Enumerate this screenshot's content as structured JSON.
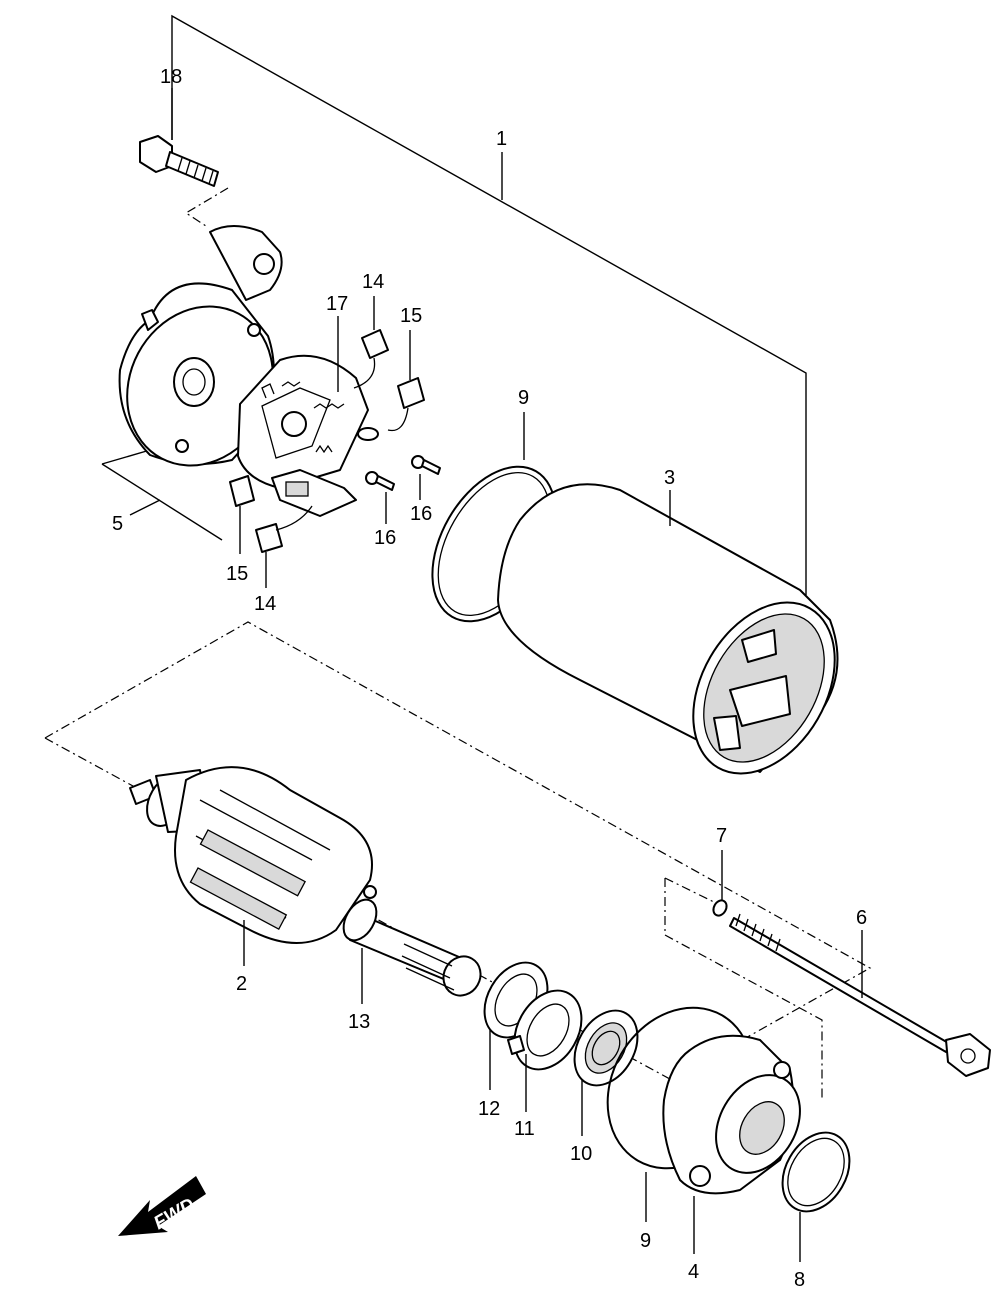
{
  "callouts": [
    {
      "id": "c18",
      "text": "18"
    },
    {
      "id": "c1",
      "text": "1"
    },
    {
      "id": "c14a",
      "text": "14"
    },
    {
      "id": "c17",
      "text": "17"
    },
    {
      "id": "c15a",
      "text": "15"
    },
    {
      "id": "c9a",
      "text": "9"
    },
    {
      "id": "c3",
      "text": "3"
    },
    {
      "id": "c16a",
      "text": "16"
    },
    {
      "id": "c16b",
      "text": "16"
    },
    {
      "id": "c5",
      "text": "5"
    },
    {
      "id": "c15b",
      "text": "15"
    },
    {
      "id": "c14b",
      "text": "14"
    },
    {
      "id": "c7",
      "text": "7"
    },
    {
      "id": "c6",
      "text": "6"
    },
    {
      "id": "c2",
      "text": "2"
    },
    {
      "id": "c13",
      "text": "13"
    },
    {
      "id": "c12",
      "text": "12"
    },
    {
      "id": "c11",
      "text": "11"
    },
    {
      "id": "c10",
      "text": "10"
    },
    {
      "id": "c9b",
      "text": "9"
    },
    {
      "id": "c4",
      "text": "4"
    },
    {
      "id": "c8",
      "text": "8"
    }
  ],
  "direction_marker": {
    "label": "FWD",
    "icon": "arrow-icon"
  },
  "colors": {
    "ink": "#000000",
    "paper": "#ffffff",
    "shade": "#d9d9d9"
  }
}
